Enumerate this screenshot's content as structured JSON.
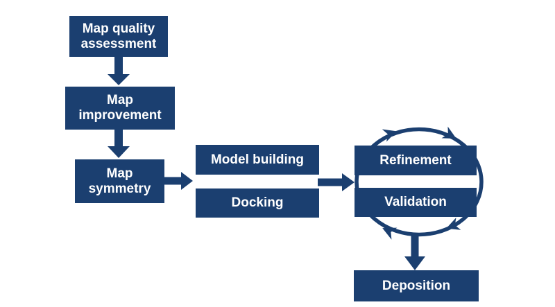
{
  "colors": {
    "navy": "#1b3f70",
    "canvas": "#ffffff",
    "node_text": "#ffffff"
  },
  "nodes": {
    "map_quality": "Map quality\nassessment",
    "map_improvement": "Map\nimprovement",
    "map_symmetry": "Map\nsymmetry",
    "model_building": "Model building",
    "docking": "Docking",
    "refinement": "Refinement",
    "validation": "Validation",
    "deposition": "Deposition"
  }
}
